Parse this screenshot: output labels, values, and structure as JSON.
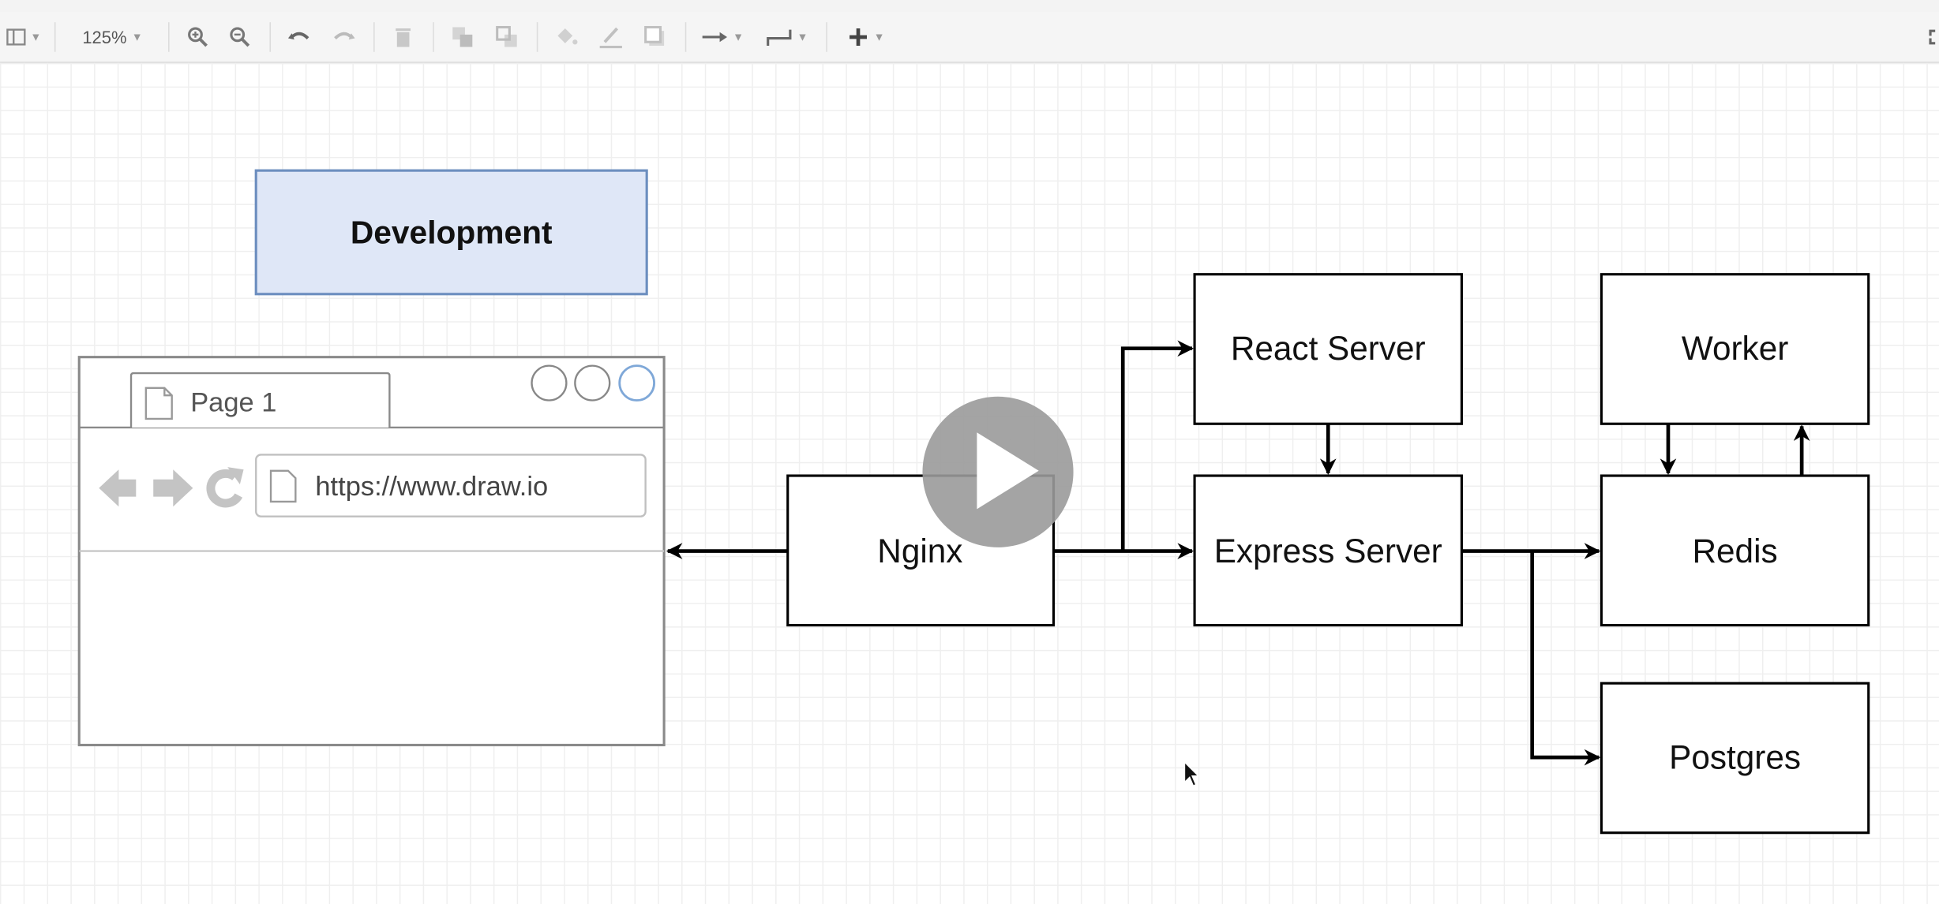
{
  "toolbar": {
    "zoom_level": "125%",
    "icons": [
      "format-panel-icon",
      "zoom-in-icon",
      "zoom-out-icon",
      "undo-icon",
      "redo-icon",
      "delete-icon",
      "to-front-icon",
      "to-back-icon",
      "fill-color-icon",
      "line-color-icon",
      "shadow-icon",
      "connection-icon",
      "waypoints-icon",
      "insert-icon"
    ]
  },
  "diagram": {
    "environment_label": "Development",
    "browser": {
      "tab_title": "Page 1",
      "url": "https://www.draw.io"
    },
    "nodes": {
      "nginx": "Nginx",
      "react_server": "React Server",
      "express_server": "Express Server",
      "worker": "Worker",
      "redis": "Redis",
      "postgres": "Postgres"
    },
    "colors": {
      "environment_fill": "#dfe7f7",
      "environment_border": "#6c8ebf",
      "play_overlay": "#9a9a9a"
    }
  },
  "video_overlay": {
    "icon": "play-icon"
  }
}
